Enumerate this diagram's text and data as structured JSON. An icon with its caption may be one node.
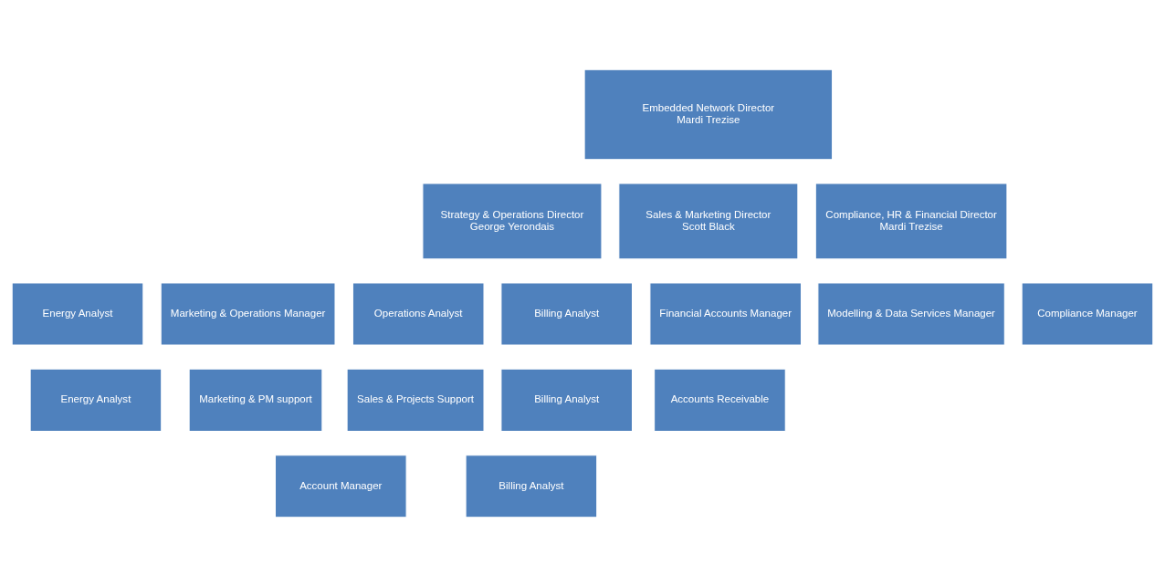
{
  "diagram": {
    "nodes": [
      {
        "text": [
          "Embedded Network Director",
          "Mardi Trezise"
        ]
      },
      {
        "text": [
          "Strategy & Operations Director",
          "George Yerondais"
        ]
      },
      {
        "text": [
          "Sales & Marketing Director",
          "Scott Black"
        ]
      },
      {
        "text": [
          "Compliance, HR & Financial Director",
          "Mardi Trezise"
        ]
      },
      {
        "text": [
          "Energy Analyst"
        ]
      },
      {
        "text": [
          "Marketing & Operations Manager"
        ]
      },
      {
        "text": [
          "Operations Analyst"
        ]
      },
      {
        "text": [
          "Billing Analyst"
        ]
      },
      {
        "text": [
          "Financial Accounts Manager"
        ]
      },
      {
        "text": [
          "Modelling & Data Services Manager"
        ]
      },
      {
        "text": [
          "Compliance Manager"
        ]
      },
      {
        "text": [
          "Energy Analyst"
        ]
      },
      {
        "text": [
          "Marketing & PM support"
        ]
      },
      {
        "text": [
          "Sales & Projects Support"
        ]
      },
      {
        "text": [
          "Billing Analyst"
        ]
      },
      {
        "text": [
          "Accounts Receivable"
        ]
      },
      {
        "text": [
          "Account Manager"
        ]
      },
      {
        "text": [
          "Billing Analyst"
        ]
      }
    ],
    "edges": []
  }
}
